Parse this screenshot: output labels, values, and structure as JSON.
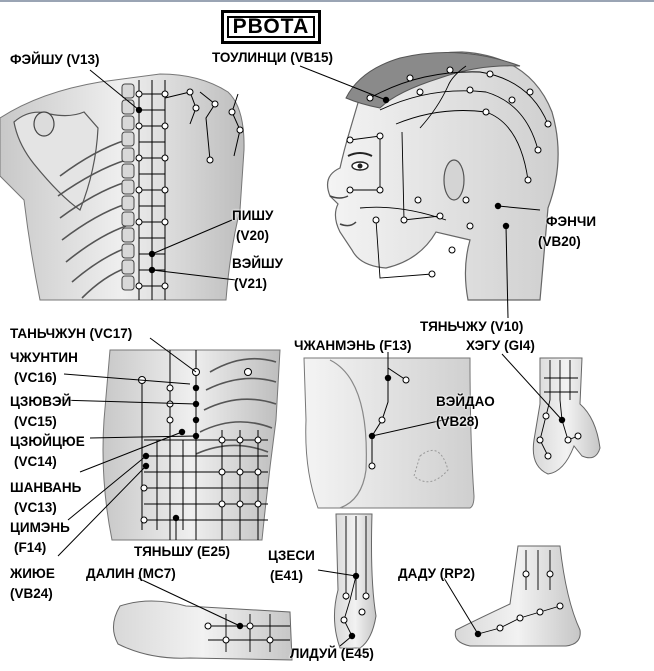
{
  "title": "РВОТА",
  "labels": {
    "feishu": "ФЭЙШУ (V13)",
    "toulinci": "ТОУЛИНЦИ (VB15)",
    "pishu_1": "ПИШУ",
    "pishu_2": "(V20)",
    "weishu_1": "ВЭЙШУ",
    "weishu_2": "(V21)",
    "fengchi_1": "ФЭНЧИ",
    "fengchi_2": "(VB20)",
    "tanzhong": "ТАНЬЧЖУН (VC17)",
    "tianzhu": "ТЯНЬЧЖУ (V10)",
    "zhongting_1": "ЧЖУНТИН",
    "zhongting_2": "(VC16)",
    "zhangmen": "ЧЖАНМЭНЬ (F13)",
    "hegu": "ХЭГУ (GI4)",
    "jiuwei_1": "ЦЗЮВЭЙ",
    "jiuwei_2": "(VC15)",
    "weidao_1": "ВЭЙДАО",
    "weidao_2": "(VB28)",
    "juque_1": "ЦЗЮЙЦЮЕ",
    "juque_2": "(VC14)",
    "shangwan_1": "ШАНВАНЬ",
    "shangwan_2": "(VC13)",
    "qimen_1": "ЦИМЭНЬ",
    "qimen_2": "(F14)",
    "tianshu": "ТЯНЬШУ (E25)",
    "jiexi_1": "ЦЗЕСИ",
    "jiexi_2": "(E41)",
    "riyue_1": "ЖИЮЕ",
    "riyue_2": "(VB24)",
    "daling": "ДАЛИН (MC7)",
    "dadu": "ДАДУ (RP2)",
    "lidui": "ЛИДУЙ (E45)"
  },
  "colors": {
    "ink": "#000000",
    "skin_light": "#eeeeee",
    "skin_mid": "#cfcfcf",
    "skin_dark": "#9e9e9e",
    "hair": "#7f7f7f",
    "point_fill": "#ffffff"
  }
}
